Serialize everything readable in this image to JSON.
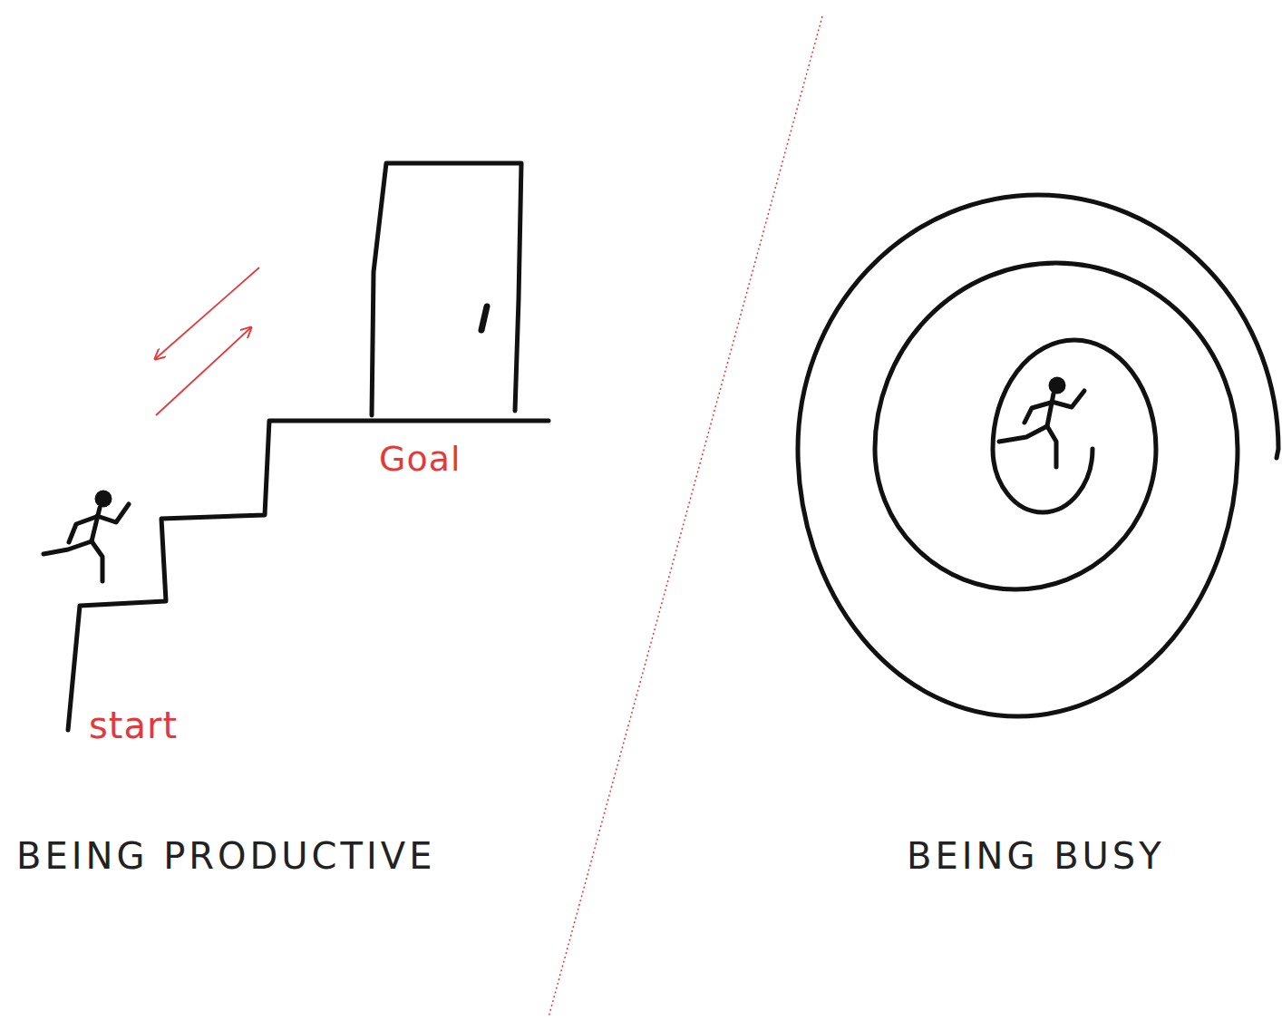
{
  "diagram": {
    "labels": [
      "start",
      "Goal",
      "BEING PRODUCTIVE",
      "BEING BUSY"
    ]
  }
}
